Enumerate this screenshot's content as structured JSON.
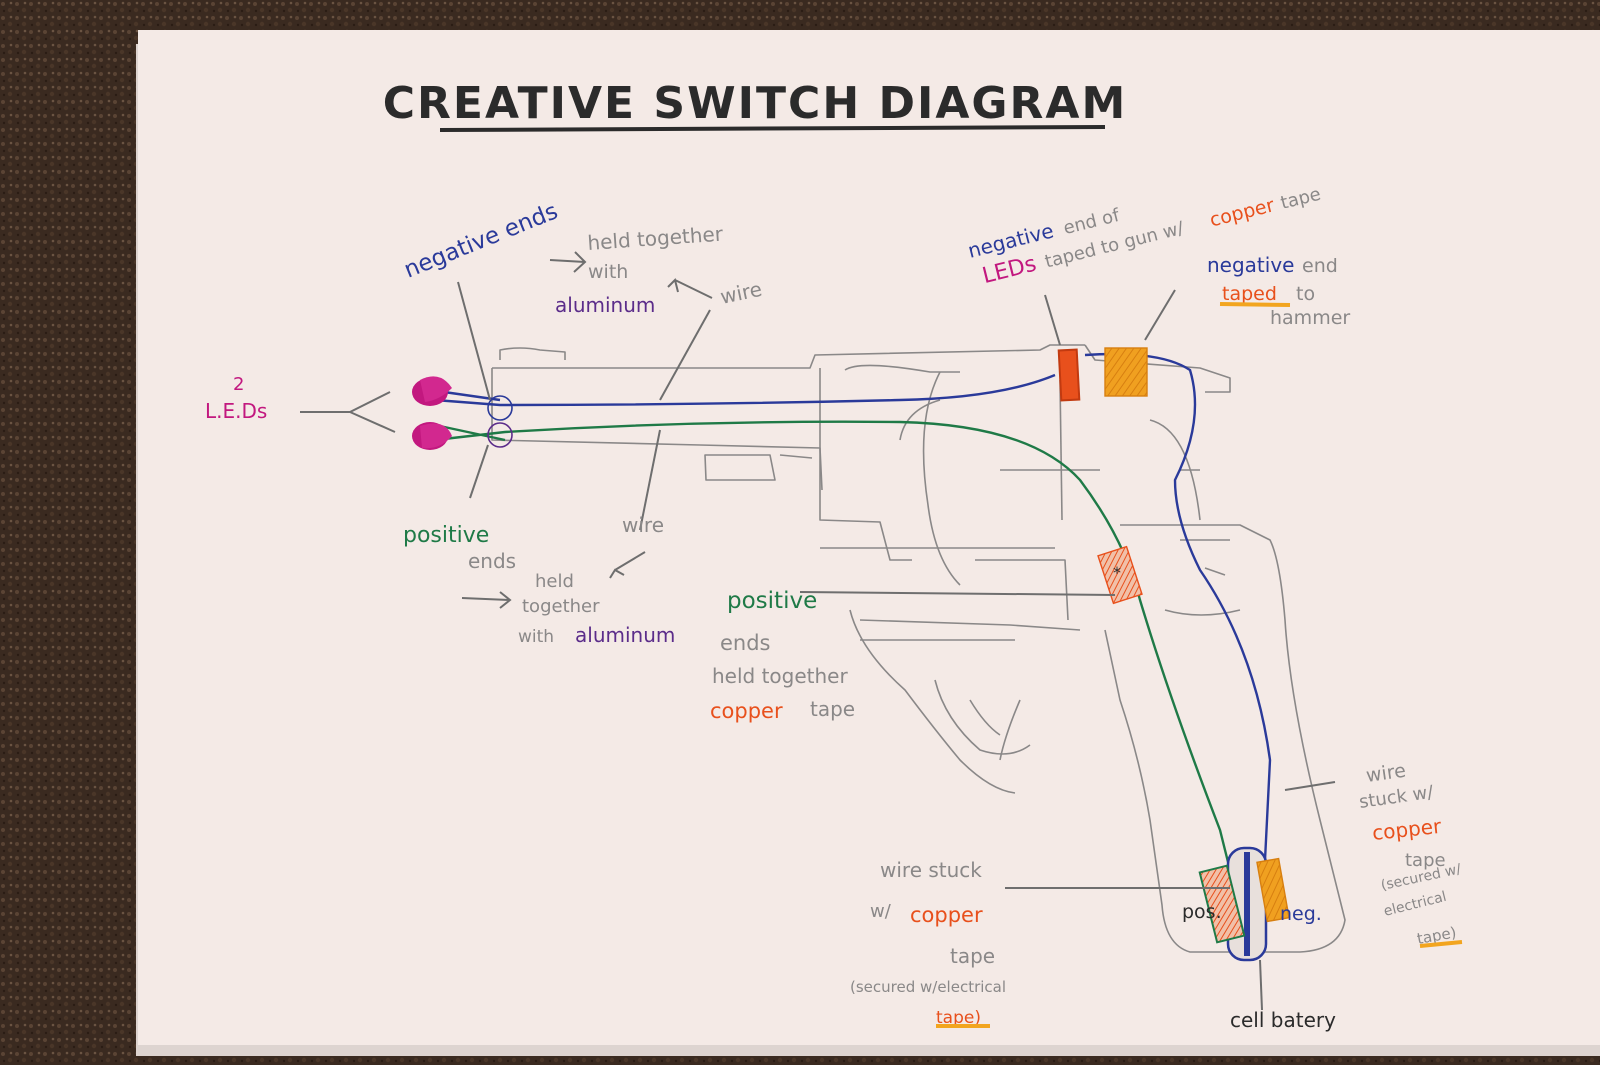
{
  "title": "CREATIVE SWITCH DIAGRAM",
  "labels": {
    "leds_count": "2",
    "leds": "L.E.Ds",
    "negative_ends": "negative ends",
    "held_together_1": "held together",
    "with_1": "with",
    "aluminum_1": "aluminum",
    "wire_top": "wire",
    "positive_ends_left_1": "positive",
    "positive_ends_left_2": "ends",
    "wire_bottom": "wire",
    "held_2": "held",
    "together_2": "together",
    "with_2": "with",
    "aluminum_2": "aluminum",
    "neg_end_leds_1": "negative",
    "neg_end_leds_2": "end of",
    "neg_end_leds_3": "LEDs",
    "neg_end_leds_4": "taped to gun w/",
    "neg_end_leds_5": "copper",
    "neg_end_leds_6": "tape",
    "neg_end_hammer_1": "negative",
    "neg_end_hammer_2": "end",
    "neg_end_hammer_3": "taped",
    "neg_end_hammer_4": "to",
    "neg_end_hammer_5": "hammer",
    "pos_mid_1": "positive",
    "pos_mid_2": "ends",
    "pos_mid_3": "held together",
    "pos_mid_4": "copper",
    "pos_mid_5": "tape",
    "wire_stuck_right_1": "wire",
    "wire_stuck_right_2": "stuck w/",
    "wire_stuck_right_3": "copper",
    "wire_stuck_right_4": "tape",
    "wire_stuck_right_5": "(secured w/",
    "wire_stuck_right_6": "electrical",
    "wire_stuck_right_7": "tape)",
    "wire_stuck_left_1": "wire stuck",
    "wire_stuck_left_2": "w/",
    "wire_stuck_left_3": "copper",
    "wire_stuck_left_4": "tape",
    "wire_stuck_left_5": "(secured w/electrical",
    "wire_stuck_left_6": "tape)",
    "pos": "pos.",
    "neg": "neg.",
    "cell_battery": "cell batery"
  },
  "colors": {
    "carpet": "#3a2a20",
    "paper": "#f4eae6",
    "ink_black": "#2b2b2b",
    "pencil": "#8a8888",
    "negative_blue": "#2a3a9a",
    "positive_green": "#1f7a47",
    "led_magenta": "#c2187f",
    "copper_orange": "#e8501c",
    "highlight_orange": "#f2a51f",
    "aluminum_purple": "#5b2c8a"
  }
}
